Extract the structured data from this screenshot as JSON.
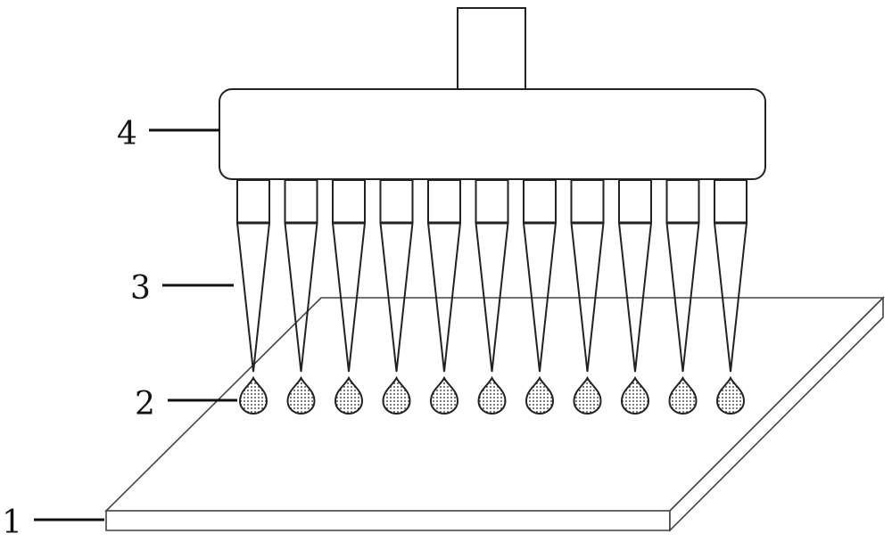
{
  "labels": {
    "substrate": "1",
    "droplet": "2",
    "pipette_tip": "3",
    "dispensing_head": "4"
  },
  "diagram": {
    "tip_count": 11,
    "droplet_fill": "#d8d8d8",
    "line_color": "#222222"
  }
}
